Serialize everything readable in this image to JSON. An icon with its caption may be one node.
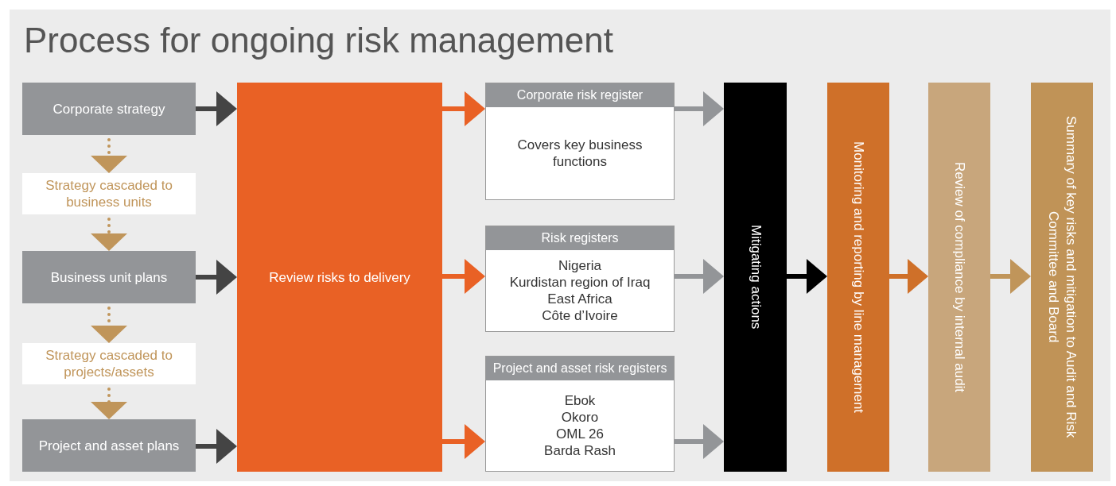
{
  "diagram": {
    "title": "Process for ongoing risk management",
    "nodes": [
      {
        "text": [
          "Corporate strategy"
        ]
      },
      {
        "text": [
          "Strategy cascaded to business units"
        ]
      },
      {
        "text": [
          "Business unit plans"
        ]
      },
      {
        "text": [
          "Strategy cascaded to projects/assets"
        ]
      },
      {
        "text": [
          "Project and asset plans"
        ]
      },
      {
        "text": [
          "Review risks to delivery"
        ]
      },
      {
        "text": [
          "Corporate risk register",
          "Covers key business functions"
        ]
      },
      {
        "text": [
          "Risk registers",
          "Nigeria",
          "Kurdistan region of Iraq",
          "East Africa",
          "Côte d’Ivoire"
        ]
      },
      {
        "text": [
          "Project and asset risk registers",
          "Ebok",
          "Okoro",
          "OML 26",
          "Barda Rash"
        ]
      },
      {
        "text": [
          "Mitigating actions"
        ]
      },
      {
        "text": [
          "Monitoring and reporting by line management"
        ]
      },
      {
        "text": [
          "Review of compliance by internal audit"
        ]
      },
      {
        "text": [
          "Summary of key risks and mitigation to Audit and Risk Committee and Board"
        ]
      }
    ],
    "edges": [
      {
        "from": 0,
        "to": 1,
        "arrow": "to",
        "style": "dashed",
        "color": "#c0955a"
      },
      {
        "from": 1,
        "to": 2,
        "arrow": "to",
        "style": "dashed",
        "color": "#c0955a"
      },
      {
        "from": 2,
        "to": 3,
        "arrow": "to",
        "style": "dashed",
        "color": "#c0955a"
      },
      {
        "from": 3,
        "to": 4,
        "arrow": "to",
        "style": "dashed",
        "color": "#c0955a"
      },
      {
        "from": 0,
        "to": 5,
        "arrow": "to",
        "color": "#444444"
      },
      {
        "from": 2,
        "to": 5,
        "arrow": "to",
        "color": "#444444"
      },
      {
        "from": 4,
        "to": 5,
        "arrow": "to",
        "color": "#444444"
      },
      {
        "from": 5,
        "to": 6,
        "arrow": "to",
        "color": "#e96125"
      },
      {
        "from": 5,
        "to": 7,
        "arrow": "to",
        "color": "#e96125"
      },
      {
        "from": 5,
        "to": 8,
        "arrow": "to",
        "color": "#e96125"
      },
      {
        "from": 6,
        "to": 9,
        "arrow": "to",
        "color": "#939598"
      },
      {
        "from": 7,
        "to": 9,
        "arrow": "to",
        "color": "#939598"
      },
      {
        "from": 8,
        "to": 9,
        "arrow": "to",
        "color": "#939598"
      },
      {
        "from": 9,
        "to": 10,
        "arrow": "to",
        "color": "#000000"
      },
      {
        "from": 10,
        "to": 11,
        "arrow": "to",
        "color": "#cf7029"
      },
      {
        "from": 11,
        "to": 12,
        "arrow": "to",
        "color": "#c0955a"
      }
    ]
  }
}
